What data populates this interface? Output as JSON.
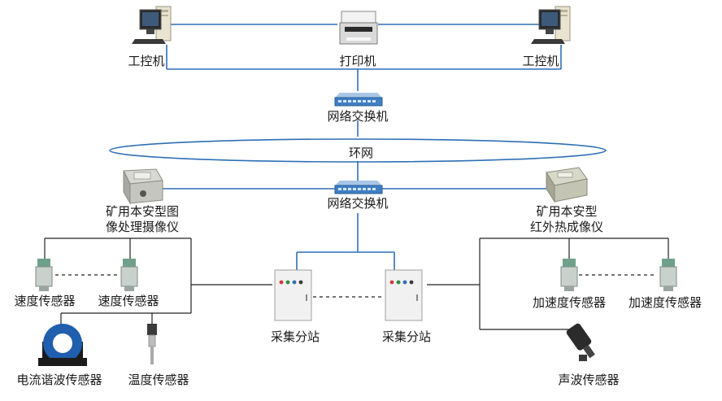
{
  "diagram": {
    "workstation_left": "工控机",
    "printer": "打印机",
    "workstation_right": "工控机",
    "switch_top": "网络交换机",
    "ring": "环网",
    "switch_bottom": "网络交换机",
    "camera_left_line1": "矿用本安型图",
    "camera_left_line2": "像处理摄像仪",
    "camera_right_line1": "矿用本安型",
    "camera_right_line2": "红外热成像仪",
    "speed_sensor_1": "速度传感器",
    "speed_sensor_2": "速度传感器",
    "current_sensor": "电流谐波传感器",
    "temp_sensor": "温度传感器",
    "station_1": "采集分站",
    "station_2": "采集分站",
    "accel_sensor_1": "加速度传感器",
    "accel_sensor_2": "加速度传感器",
    "acoustic_sensor": "声波传感器"
  },
  "colors": {
    "line_blue": "#2e6fb7",
    "line_dark": "#222222",
    "switch_blue": "#3f7fc4",
    "sensor_green": "#6fa08a",
    "current_blue": "#1f5fae"
  }
}
